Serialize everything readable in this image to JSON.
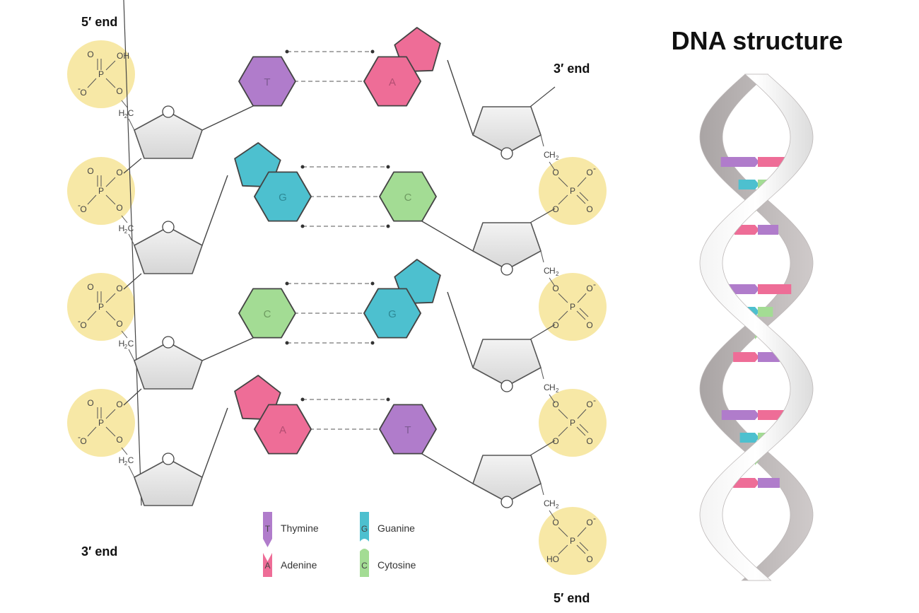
{
  "title": "DNA structure",
  "ends": {
    "left_top": "5′ end",
    "left_bottom": "3′ end",
    "right_top": "3′ end",
    "right_bottom": "5′ end"
  },
  "chem": {
    "P": "P",
    "O": "O",
    "OH": "OH",
    "HO": "HO",
    "minus": "-",
    "CH": "C",
    "H": "H",
    "two": "2"
  },
  "rows": [
    {
      "left": "T",
      "right": "A"
    },
    {
      "left": "G",
      "right": "C"
    },
    {
      "left": "C",
      "right": "G"
    },
    {
      "left": "A",
      "right": "T"
    }
  ],
  "legend": [
    {
      "letter": "T",
      "name": "Thymine"
    },
    {
      "letter": "A",
      "name": "Adenine"
    },
    {
      "letter": "G",
      "name": "Guanine"
    },
    {
      "letter": "C",
      "name": "Cytosine"
    }
  ],
  "colors": {
    "thymine": "#b07ccb",
    "adenine": "#ee6d97",
    "guanine": "#4dc0cf",
    "cytosine": "#a3dc94",
    "sugar": "#e7e7e7",
    "phosphate": "#f7e8a6",
    "helix": "#c2bdbd"
  }
}
